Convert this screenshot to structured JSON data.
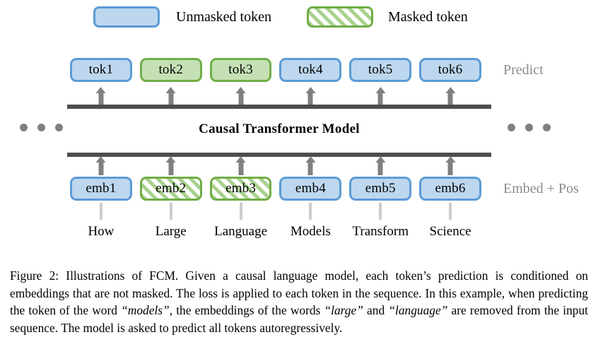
{
  "legend": {
    "unmasked_label": "Unmasked token",
    "masked_label": "Masked token"
  },
  "diagram": {
    "model_title": "Causal Transformer Model",
    "predict_label": "Predict",
    "embed_label": "Embed + Pos",
    "tokens": [
      {
        "label": "tok1",
        "style": "blue"
      },
      {
        "label": "tok2",
        "style": "green"
      },
      {
        "label": "tok3",
        "style": "green"
      },
      {
        "label": "tok4",
        "style": "blue"
      },
      {
        "label": "tok5",
        "style": "blue"
      },
      {
        "label": "tok6",
        "style": "blue"
      }
    ],
    "embeddings": [
      {
        "label": "emb1",
        "style": "blue"
      },
      {
        "label": "emb2",
        "style": "green-hatch"
      },
      {
        "label": "emb3",
        "style": "green-hatch"
      },
      {
        "label": "emb4",
        "style": "blue"
      },
      {
        "label": "emb5",
        "style": "blue"
      },
      {
        "label": "emb6",
        "style": "blue"
      }
    ],
    "words": [
      "How",
      "Large",
      "Language",
      "Models",
      "Transform",
      "Science"
    ]
  },
  "caption": {
    "prefix": "Figure 2:",
    "part1": " Illustrations of FCM. Given a causal language model, each token’s prediction is conditioned on embeddings that are not masked. The loss is applied to each token in the sequence. In this example, when predicting the token of the word ",
    "italic1": "“models”",
    "part2": ", the embeddings of the words ",
    "italic2": "“large”",
    "part3": " and ",
    "italic3": "“language”",
    "part4": " are removed from the input sequence. The model is asked to predict all tokens autoregressively."
  },
  "colors": {
    "blue_fill": "#bdd7ee",
    "blue_border": "#5b9bd5",
    "green_fill": "#c5e0b4",
    "green_border": "#70ad47",
    "hatch": "#a9d18e",
    "bar": "#4d4d4d",
    "arrow": "#808080",
    "stem": "#cccccc",
    "side_text": "#8c8c8c"
  }
}
